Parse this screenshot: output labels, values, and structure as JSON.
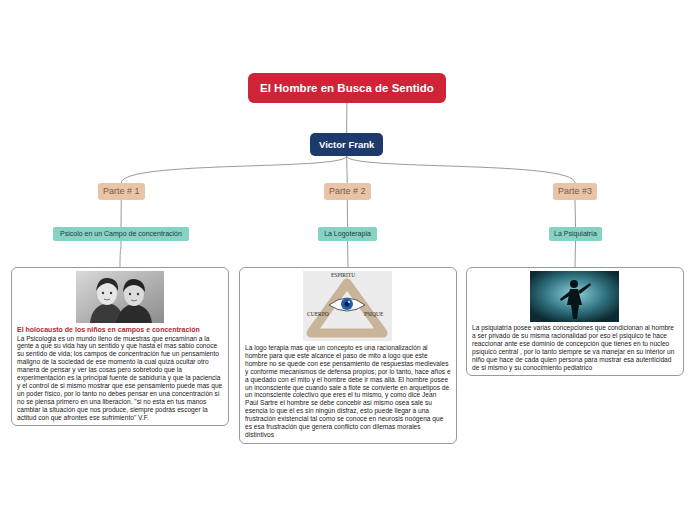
{
  "diagram": {
    "nodes": [
      {
        "text": [
          "El Hombre en Busca de Sentido"
        ]
      },
      {
        "text": [
          "Victor Frank"
        ]
      },
      {
        "text": [
          "Parte # 1"
        ]
      },
      {
        "text": [
          "Parte # 2"
        ]
      },
      {
        "text": [
          "Parte #3"
        ]
      },
      {
        "text": [
          "Psicolo en un Campo de concentración"
        ]
      },
      {
        "text": [
          "La Logoterapia"
        ]
      },
      {
        "text": [
          "La Psiquiatría"
        ]
      },
      {
        "text": [
          "El holocausto de los niños en campos e concentración",
          "La Psicologia es un mundo lleno de muestras que encaminan a la gente a que su vida hay un sentido y que hasta el mas sabio conoce su sentido de vida; los campos de concentración fue un pensamiento maligno de la sociedad de ese momento la cual quizá ocultar otro manera de pensar y ver las cosas pero sobretodo que la experimentación es la principal fuente de sabiduría y que la paciencia y el control de si mismo mostrar que ese pensamiento puede mas que un poder físico, por lo tanto no debes pensar en una concentración si no se piensa primero en una liberacion. \"si no esta en tus manos cambiar la situación que nos produce, siempre podrás escoger la actitud con que afrontes ese sufrimiento\" V.F."
        ]
      },
      {
        "text": [
          "La logo terapia mas que un concepto es una racionalización al hombre para que este alcance el paso de mito a logo que este hombre no se quede con ese pensamiento de respuestas medievales y conforme mecanismos de defensa propios; por lo tanto, hace años e a quedado con el mito y el hombre debe ir mas allá. El hombre posee un inconsciente que cuando sale a flote se convierte en arquetipos de un inconsciente colectivo que eres el tu mismo, y como dice Jean Paúl Sartre el hombre se debe concebir así mismo osea sale su esencia lo que él es sin ningún disfraz, esto puede llegar a una frustración existencial tal como se conoce en neurosis noógena que es esa frustración que genera conflicto con dilemas morales distintivos"
        ]
      },
      {
        "text": [
          "La psiquiatría posee varias concepciones que condicionan al hombre a ser privado de su misma racionalidad por eso el psiquico te hace reaccionar ante ese dominio de concepción que tienes en tu núcleo psíquico central , por lo tanto siempre se va manejar en su interior un niño que hace de cada quien persona para mostrar esa autenticidad de si mismo y su conocimiento pediatrico"
        ]
      }
    ],
    "edges": [
      {
        "from": 0,
        "to": 1,
        "arrow": "none"
      },
      {
        "from": 1,
        "to": 2,
        "arrow": "none"
      },
      {
        "from": 1,
        "to": 3,
        "arrow": "none"
      },
      {
        "from": 1,
        "to": 4,
        "arrow": "none"
      },
      {
        "from": 2,
        "to": 5,
        "arrow": "none"
      },
      {
        "from": 3,
        "to": 6,
        "arrow": "none"
      },
      {
        "from": 4,
        "to": 7,
        "arrow": "none"
      },
      {
        "from": 5,
        "to": 8,
        "arrow": "none"
      },
      {
        "from": 6,
        "to": 9,
        "arrow": "none"
      },
      {
        "from": 7,
        "to": 10,
        "arrow": "none"
      }
    ],
    "labels": [
      "ESPIRITU",
      "CUERPO",
      "PSIQUE"
    ]
  }
}
